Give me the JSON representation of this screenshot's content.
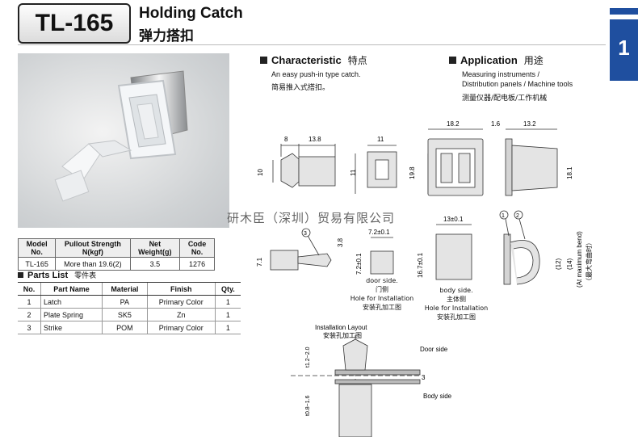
{
  "header": {
    "model": "TL-165",
    "title_en": "Holding Catch",
    "title_cn": "弹力搭扣",
    "page_tab": "1"
  },
  "characteristic": {
    "heading": "Characteristic",
    "heading_cn": "特点",
    "line_en": "An easy push-in type catch.",
    "line_cn": "简易推入式搭扣。"
  },
  "application": {
    "heading": "Application",
    "heading_cn": "用途",
    "line1": "Measuring instruments /",
    "line2": "Distribution panels / Machine tools",
    "line_cn": "测量仪器/配电板/工作机械"
  },
  "spec_table": {
    "headers": [
      "Model No.",
      "Pullout Strength N(kgf)",
      "Net Weight(g)",
      "Code No."
    ],
    "row": [
      "TL-165",
      "More than 19.6(2)",
      "3.5",
      "1276"
    ]
  },
  "parts_list": {
    "heading": "Parts List",
    "heading_cn": "零件表",
    "headers": [
      "No.",
      "Part Name",
      "Material",
      "Finish",
      "Qty."
    ],
    "rows": [
      [
        "1",
        "Latch",
        "PA",
        "Primary Color",
        "1"
      ],
      [
        "2",
        "Plate Spring",
        "SK5",
        "Zn",
        "1"
      ],
      [
        "3",
        "Strike",
        "POM",
        "Primary Color",
        "1"
      ]
    ]
  },
  "watermark": "研木臣（深圳）贸易有限公司",
  "drawings": {
    "dims_top": {
      "d8": "8",
      "d13_8": "13.8",
      "d10": "10",
      "d11w": "11",
      "d11h": "11",
      "d18_2": "18.2",
      "d19_8": "19.8",
      "d1_6": "1.6",
      "d13_2": "13.2",
      "d18_1": "18.1"
    },
    "strike": {
      "callout": "3",
      "d3_8": "3.8",
      "d7_1": "7.1"
    },
    "door_hole": {
      "width": "7.2±0.1",
      "height": "7.2±0.1",
      "label1": "door side.",
      "label2": "门侧",
      "label3": "Hole for Installation",
      "label4": "安装孔加工图"
    },
    "body_hole": {
      "width": "13±0.1",
      "height": "16.7±0.1",
      "label1": "body side.",
      "label2": "主体侧",
      "label3": "Hole for Installation",
      "label4": "安装孔加工图"
    },
    "bend": {
      "c1": "1",
      "c2": "2",
      "d12": "(12)",
      "d14": "(14)",
      "note1": "(At maximum bend)",
      "note2": "（最大弯曲时）"
    },
    "install": {
      "title1": "Installation Layout",
      "title2": "安装孔加工图",
      "door_side": "Door side",
      "body_side": "Body side",
      "t_door": "t1.2~2.0",
      "t_body": "t0.8~1.6",
      "gap": "3"
    }
  }
}
